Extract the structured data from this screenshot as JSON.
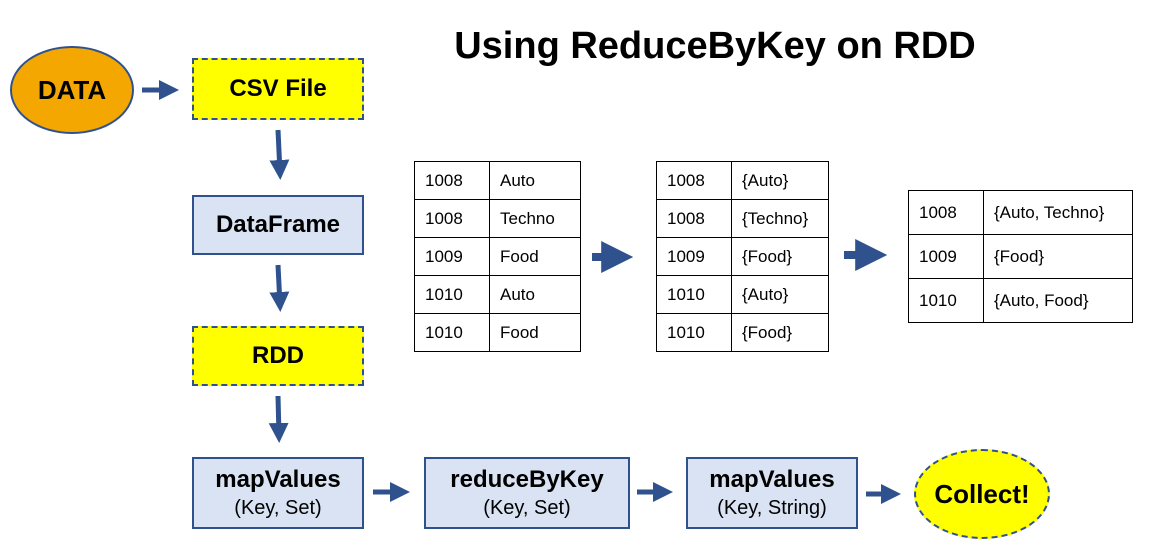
{
  "title": "Using ReduceByKey on RDD",
  "nodes": {
    "data": "DATA",
    "csv": "CSV File",
    "dataframe": "DataFrame",
    "rdd": "RDD",
    "map1": {
      "label": "mapValues",
      "sub": "(Key, Set)"
    },
    "reduce": {
      "label": "reduceByKey",
      "sub": "(Key, Set)"
    },
    "map2": {
      "label": "mapValues",
      "sub": "(Key, String)"
    },
    "collect": "Collect!"
  },
  "tables": {
    "input": [
      {
        "key": "1008",
        "val": "Auto"
      },
      {
        "key": "1008",
        "val": "Techno"
      },
      {
        "key": "1009",
        "val": "Food"
      },
      {
        "key": "1010",
        "val": "Auto"
      },
      {
        "key": "1010",
        "val": "Food"
      }
    ],
    "mapped": [
      {
        "key": "1008",
        "val": "{Auto}"
      },
      {
        "key": "1008",
        "val": "{Techno}"
      },
      {
        "key": "1009",
        "val": "{Food}"
      },
      {
        "key": "1010",
        "val": "{Auto}"
      },
      {
        "key": "1010",
        "val": "{Food}"
      }
    ],
    "reduced": [
      {
        "key": "1008",
        "val": "{Auto, Techno}"
      },
      {
        "key": "1009",
        "val": "{Food}"
      },
      {
        "key": "1010",
        "val": "{Auto, Food}"
      }
    ]
  },
  "colors": {
    "arrow": "#2f528f",
    "yellow": "#ffff00",
    "orange": "#f4a700",
    "light_blue": "#dae3f3"
  }
}
